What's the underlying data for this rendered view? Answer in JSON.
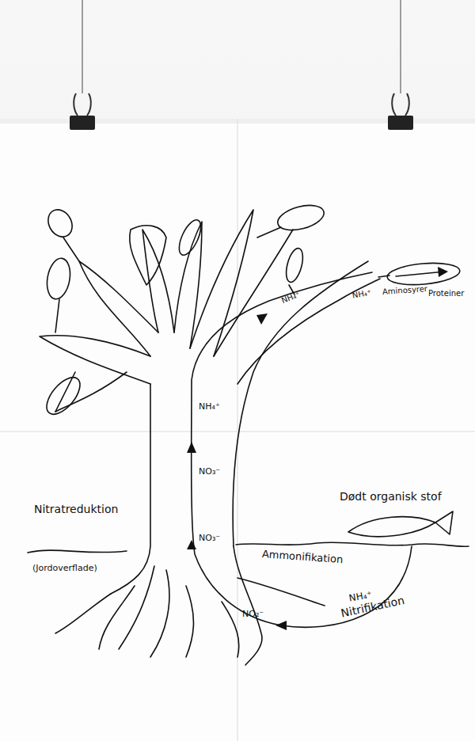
{
  "diagram": {
    "labels": [
      "NH₄⁺",
      "NH₄⁺",
      "Aminosyrer",
      "Proteiner",
      "NH₄⁺",
      "NO₃⁻",
      "Nitratreduktion",
      "Dødt organisk stof",
      "NO₃⁻",
      "Ammonifikation",
      "(Jordoverflade)",
      "NH₄⁺",
      "NO₂⁻",
      "Nitrifikation"
    ]
  }
}
